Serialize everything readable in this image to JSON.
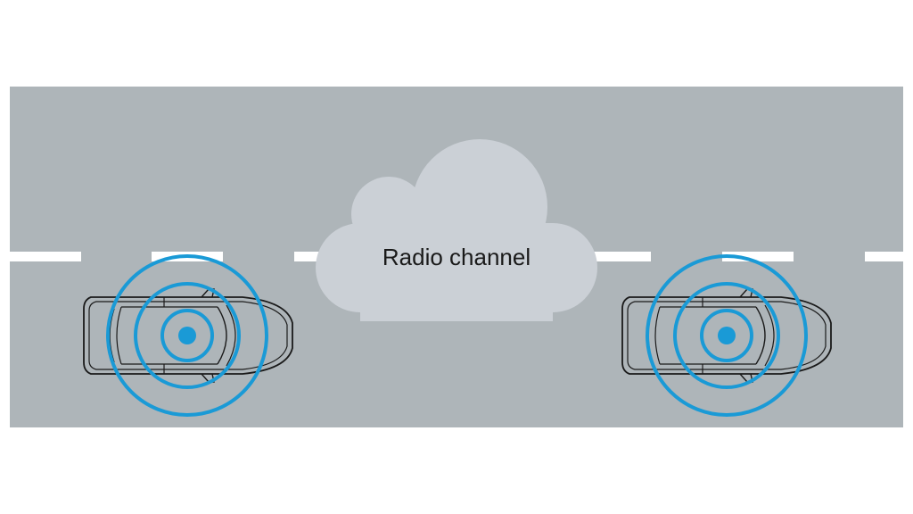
{
  "diagram": {
    "cloud_label": "Radio channel"
  },
  "colors": {
    "background": "#ffffff",
    "road": "#aeb5b9",
    "lane_marking": "#ffffff",
    "cloud": "#cbd0d6",
    "signal": "#1a9ad6",
    "car_outline": "#1a1a1a",
    "text": "#1a1a1a"
  },
  "elements": {
    "cars": [
      "car-left",
      "car-right"
    ],
    "antenna_icon": "radio-signal-icon"
  }
}
